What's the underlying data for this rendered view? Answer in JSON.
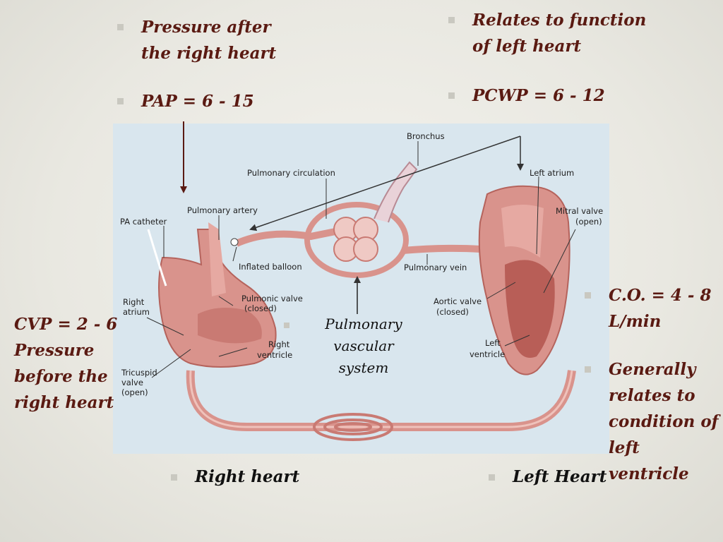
{
  "callouts": {
    "pap_desc": [
      "Pressure after",
      "the right heart"
    ],
    "pap_value": "PAP = 6 - 15",
    "pcwp_desc": [
      "Relates to function",
      "of left heart"
    ],
    "pcwp_value": "PCWP = 6 - 12",
    "cvp": [
      "CVP = 2 - 6",
      "Pressure",
      "before the",
      "right heart"
    ],
    "co": [
      "C.O. = 4 - 8",
      "L/min"
    ],
    "lv": [
      "Generally",
      "relates to",
      "condition of",
      "left ventricle"
    ],
    "pulm_system": [
      "Pulmonary",
      "vascular",
      "system"
    ]
  },
  "captions": {
    "right": "Right heart",
    "left": "Left Heart"
  },
  "diagram_labels": {
    "bronchus": "Bronchus",
    "pulm_circulation": "Pulmonary circulation",
    "left_atrium": "Left atrium",
    "pa_catheter": "PA catheter",
    "pulm_artery": "Pulmonary artery",
    "mitral_valve": "Mitral valve",
    "mitral_open": "(open)",
    "inflated_balloon": "Inflated balloon",
    "pulm_vein": "Pulmonary vein",
    "right_atrium_1": "Right",
    "right_atrium_2": "atrium",
    "pulmonic_valve": "Pulmonic valve",
    "pulmonic_closed": "(closed)",
    "aortic_valve": "Aortic valve",
    "aortic_closed": "(closed)",
    "right_ventricle_1": "Right",
    "right_ventricle_2": "ventricle",
    "left_ventricle_1": "Left",
    "left_ventricle_2": "ventricle",
    "tricuspid_1": "Tricuspid",
    "tricuspid_2": "valve",
    "tricuspid_3": "(open)"
  },
  "colors": {
    "callout_text": "#5a1a12",
    "arrow": "#5a1a12",
    "diagram_bg": "#d9e6ee",
    "vessel": "#d9938c",
    "tissue": "#c97a73"
  }
}
